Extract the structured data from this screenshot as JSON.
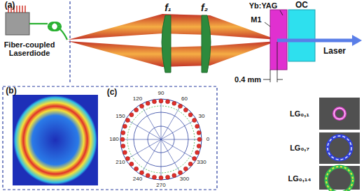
{
  "diagram": {
    "labels": [
      "(a)",
      "Fiber-coupled Laserdiode",
      "f₁",
      "f₂",
      "Yb:YAG",
      "M1",
      "OC",
      "Laser",
      "0.4 mm",
      "(b)",
      "(c)",
      "90",
      "60",
      "30",
      "0",
      "330",
      "300",
      "270",
      "240",
      "210",
      "180",
      "150",
      "120",
      "LG₀,₁",
      "LG₀,₇",
      "LG₀,₁₄"
    ]
  }
}
